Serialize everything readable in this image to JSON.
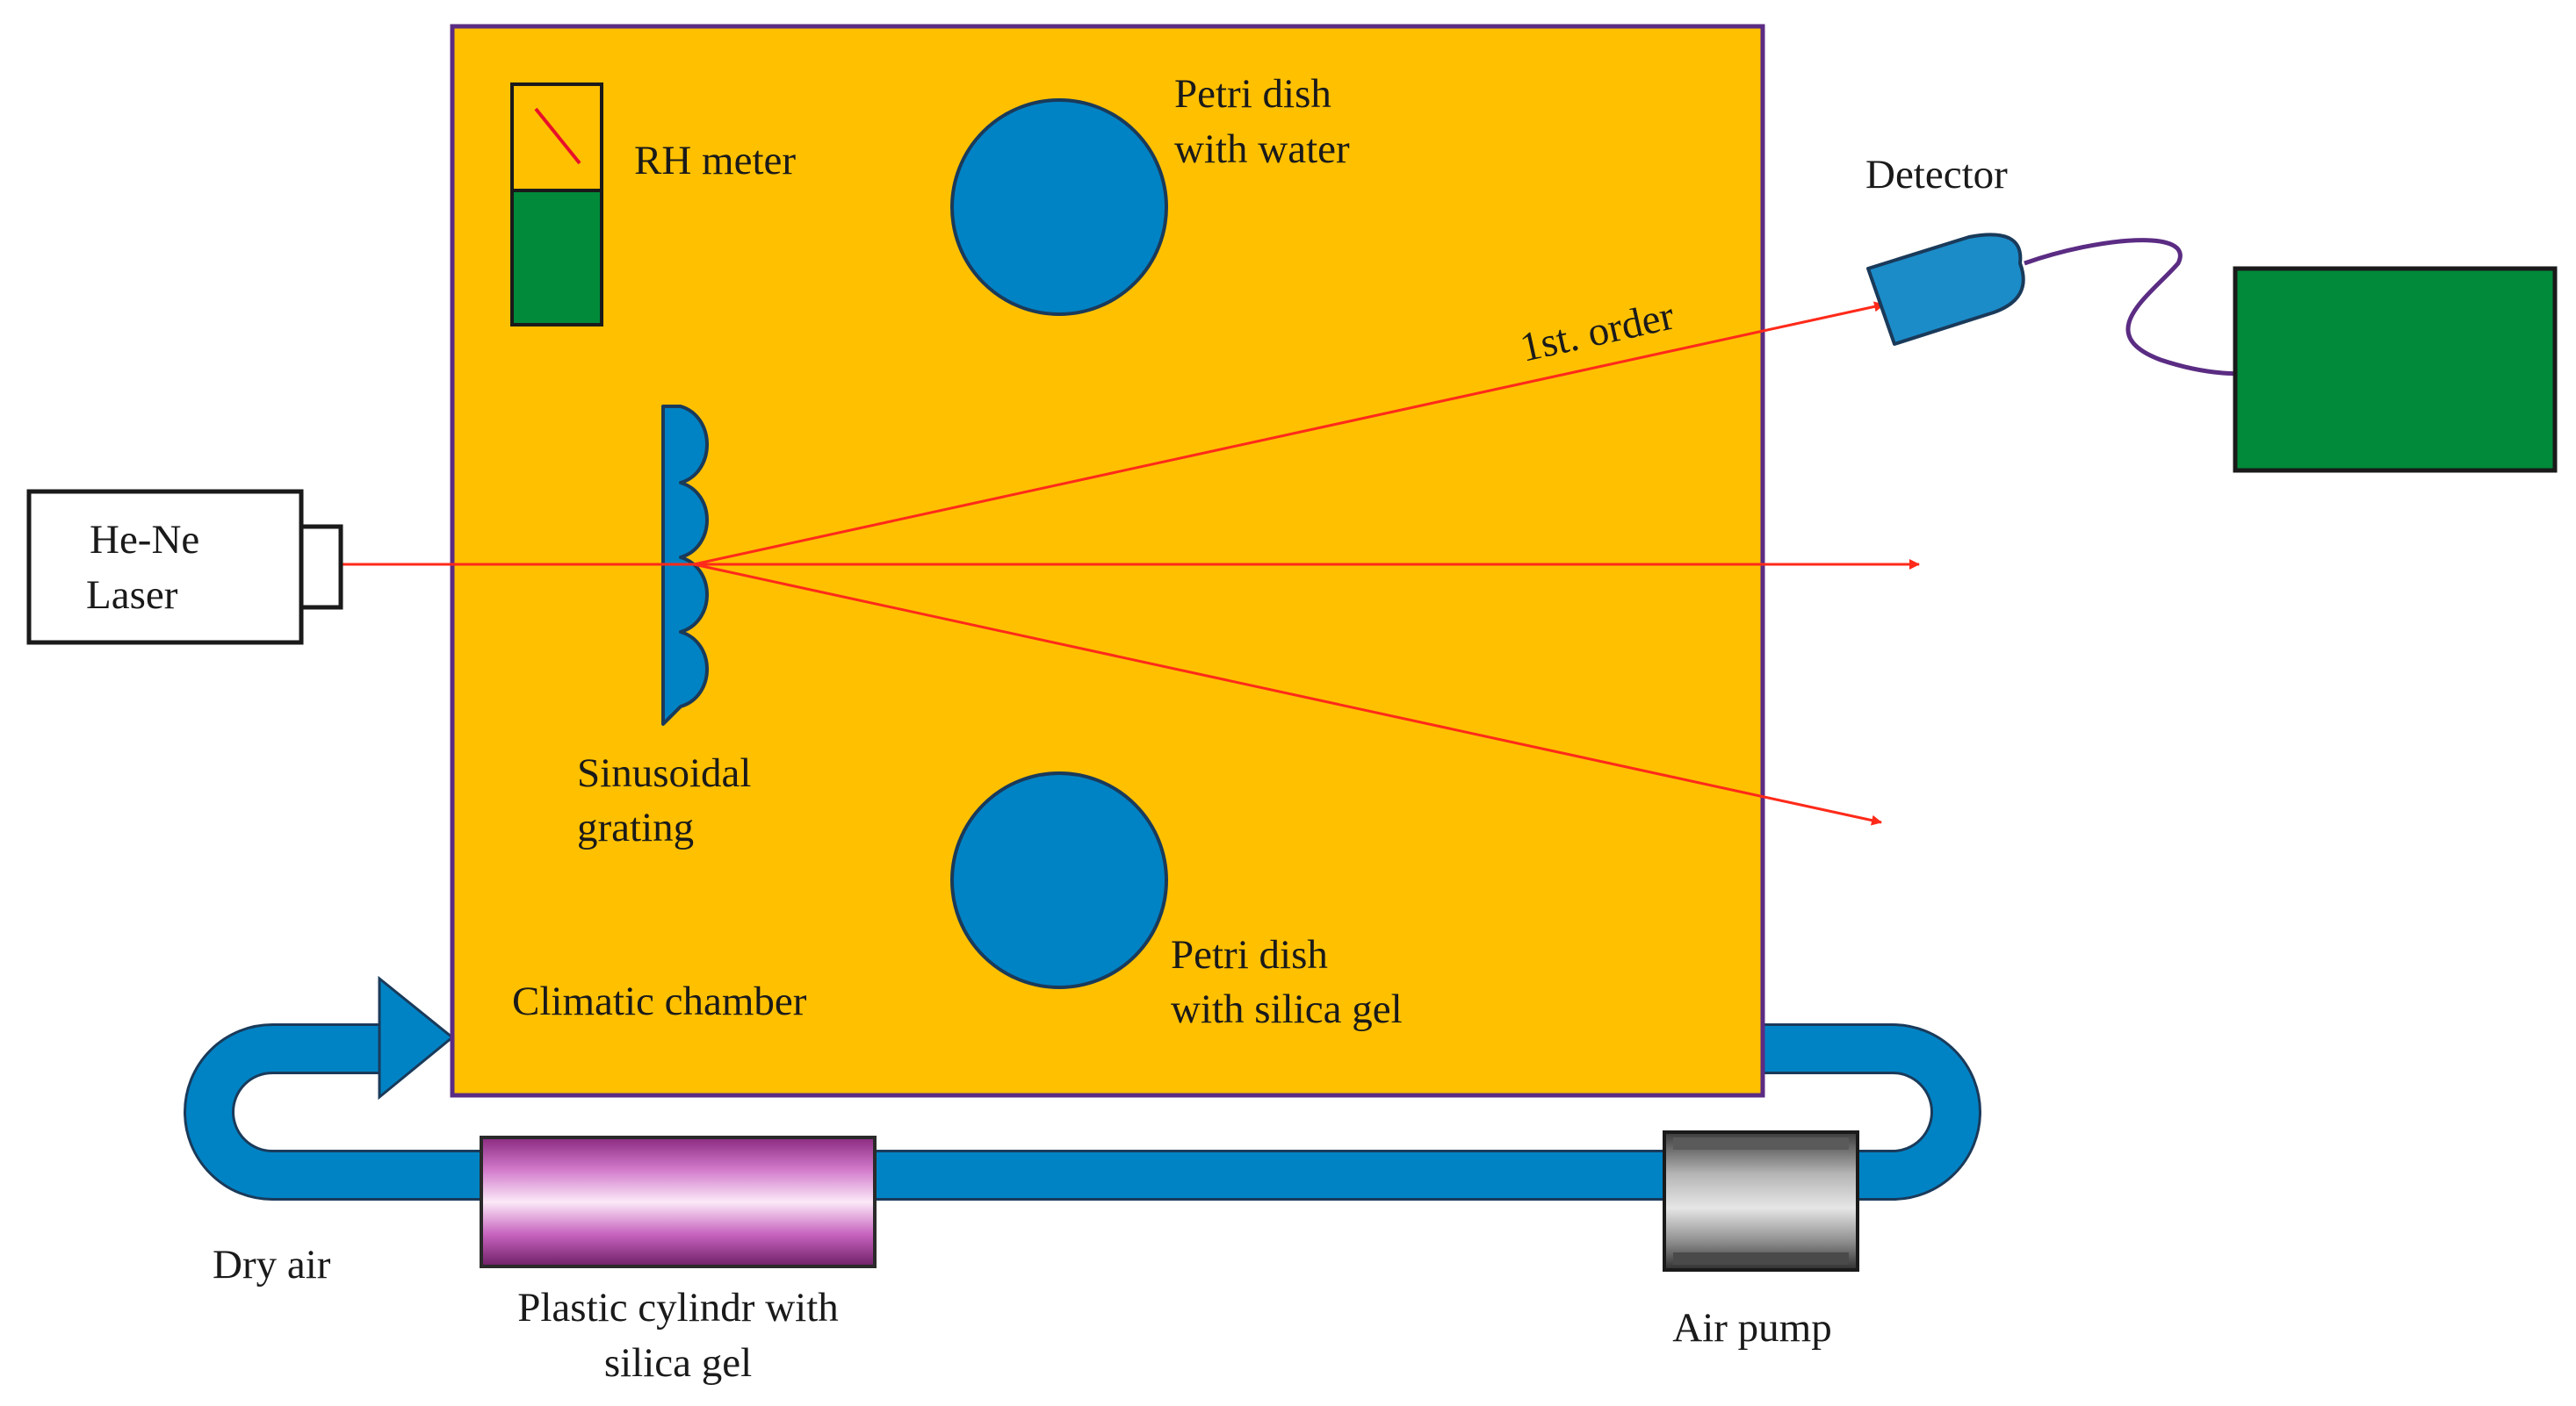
{
  "colors": {
    "chamber": "#FFC000",
    "chamber_border": "#5B2C83",
    "dish": "#0083C4",
    "tube": "#0083C4",
    "rh_meter_lower": "#008A3A",
    "rh_needle": "#E8102A",
    "laser_beam": "#FF2A1A",
    "detector_body": "#1B8CC8",
    "cable": "#5B2C83",
    "readout_box": "#008A3A",
    "cylinder": "#C060B8",
    "pump": "#8A8A8A"
  },
  "labels": {
    "rh_meter": "RH meter",
    "petri_water_line1": "Petri dish",
    "petri_water_line2": "with water",
    "detector": "Detector",
    "first_order": "1st. order",
    "laser_line1": "He-Ne",
    "laser_line2": "Laser",
    "grating_line1": "Sinusoidal",
    "grating_line2": "grating",
    "petri_silica_line1": "Petri dish",
    "petri_silica_line2": "with silica gel",
    "chamber": "Climatic chamber",
    "dry_air": "Dry air",
    "cylinder_line1": "Plastic cylindr with",
    "cylinder_line2": "silica gel",
    "air_pump": "Air pump"
  },
  "icons": {
    "detector": "detector-icon",
    "laser": "laser-icon",
    "rh_meter": "gauge-icon",
    "air_pump": "pump-icon",
    "flow_arrow": "flow-arrow-icon"
  }
}
